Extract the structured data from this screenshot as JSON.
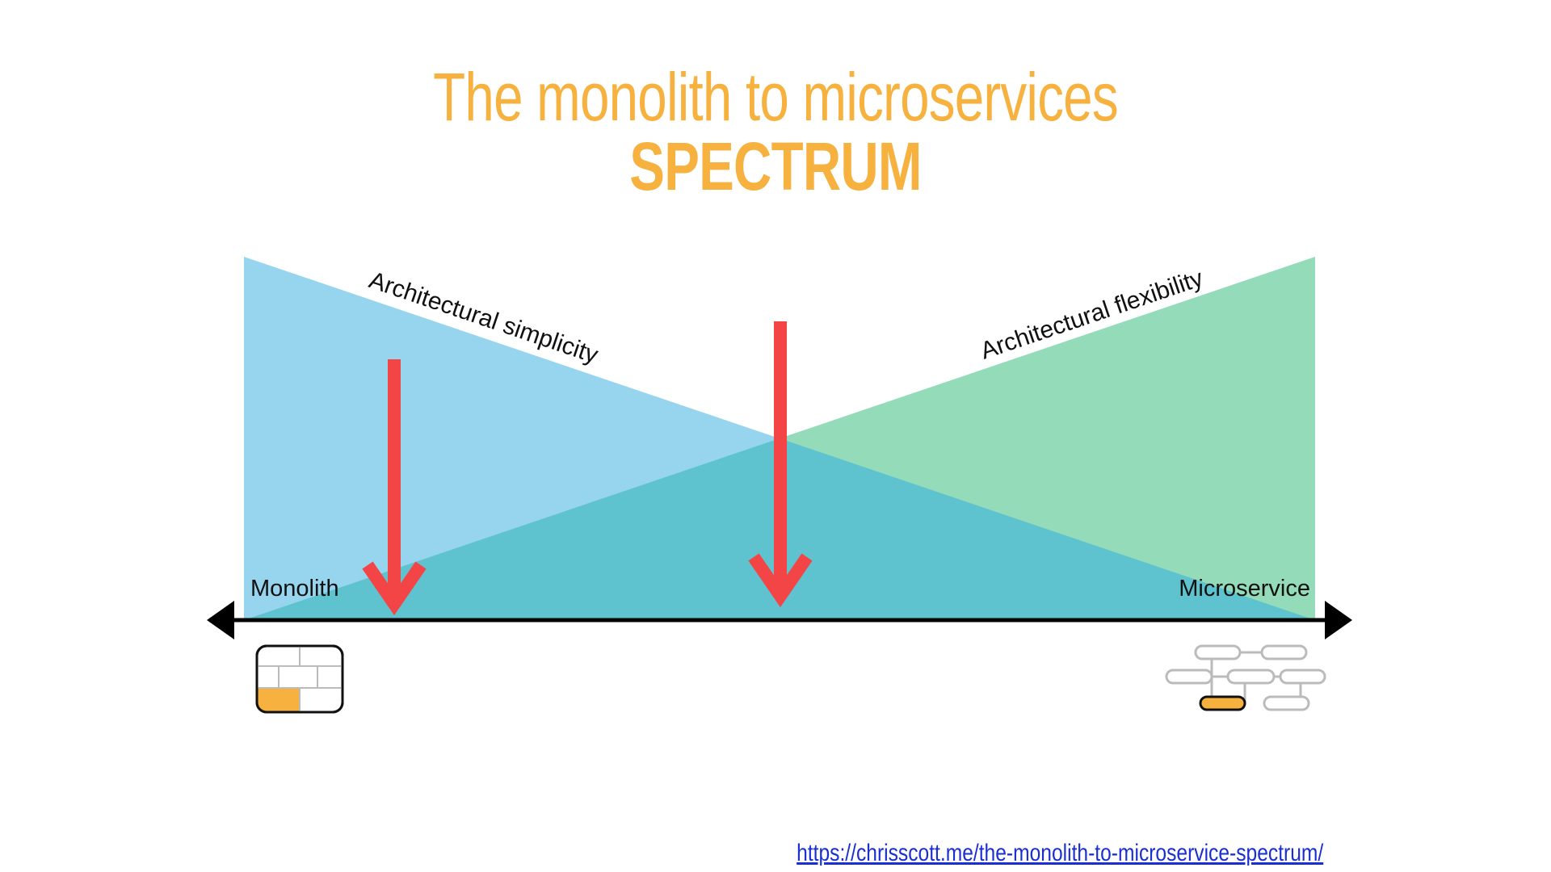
{
  "title": {
    "line1": "The monolith to microservices",
    "line2": "SPECTRUM"
  },
  "diagram": {
    "simplicity_label": "Architectural simplicity",
    "flexibility_label": "Architectural flexibility",
    "left_end_label": "Monolith",
    "right_end_label": "Microservice",
    "left_icon": "monolith-blocks-icon",
    "right_icon": "microservices-network-icon",
    "colors": {
      "simplicity": "#97d5ee",
      "flexibility": "#93dbb9",
      "overlap": "#5fc3cf",
      "arrow": "#f44546",
      "axis": "#000000",
      "accent": "#f6b13e"
    }
  },
  "footer": {
    "link_text": "https://chrisscott.me/the-monolith-to-microservice-spectrum/"
  }
}
